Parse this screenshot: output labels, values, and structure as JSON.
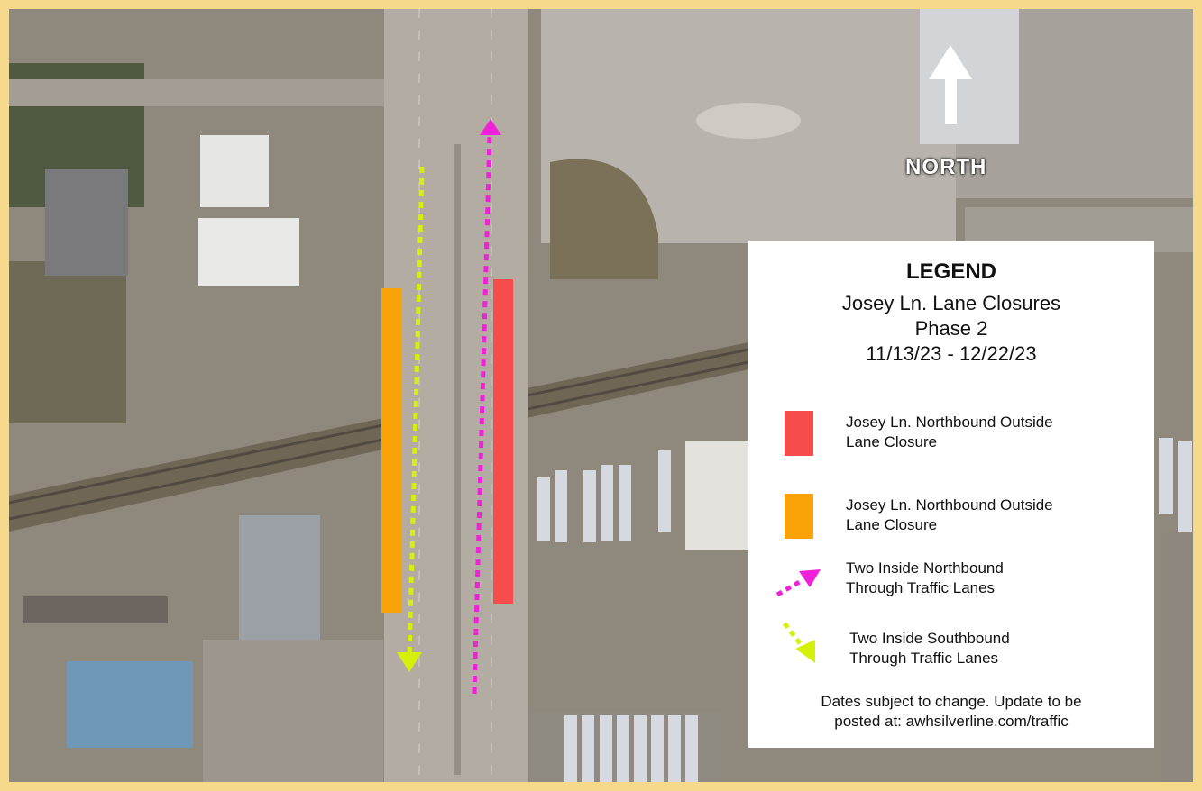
{
  "north_label": "NORTH",
  "legend": {
    "title": "LEGEND",
    "subtitle_1": "Josey Ln. Lane Closures",
    "subtitle_2": "Phase 2",
    "dates": "11/13/23 - 12/22/23",
    "items": [
      {
        "label_1": "Josey Ln. Northbound Outside",
        "label_2": "Lane Closure",
        "symbol": "red-bar",
        "color": "#f64c4c"
      },
      {
        "label_1": "Josey Ln. Northbound Outside",
        "label_2": "Lane Closure",
        "symbol": "orange-bar",
        "color": "#f9a308"
      },
      {
        "label_1": "Two Inside Northbound",
        "label_2": "Through Traffic Lanes",
        "symbol": "magenta-dotted-arrow",
        "color": "#f021d8"
      },
      {
        "label_1": "Two Inside Southbound",
        "label_2": "Through Traffic Lanes",
        "symbol": "yellow-dotted-arrow",
        "color": "#d5f00b"
      }
    ],
    "note_1": "Dates subject to change.  Update to be",
    "note_2": "posted at: awhsilverline.com/traffic"
  },
  "colors": {
    "frame": "#f6d98a",
    "road": "#b3aca2",
    "red_closure": "#f64c4c",
    "orange_closure": "#f9a308",
    "magenta_arrow": "#f021d8",
    "yellow_arrow": "#d5f00b"
  }
}
